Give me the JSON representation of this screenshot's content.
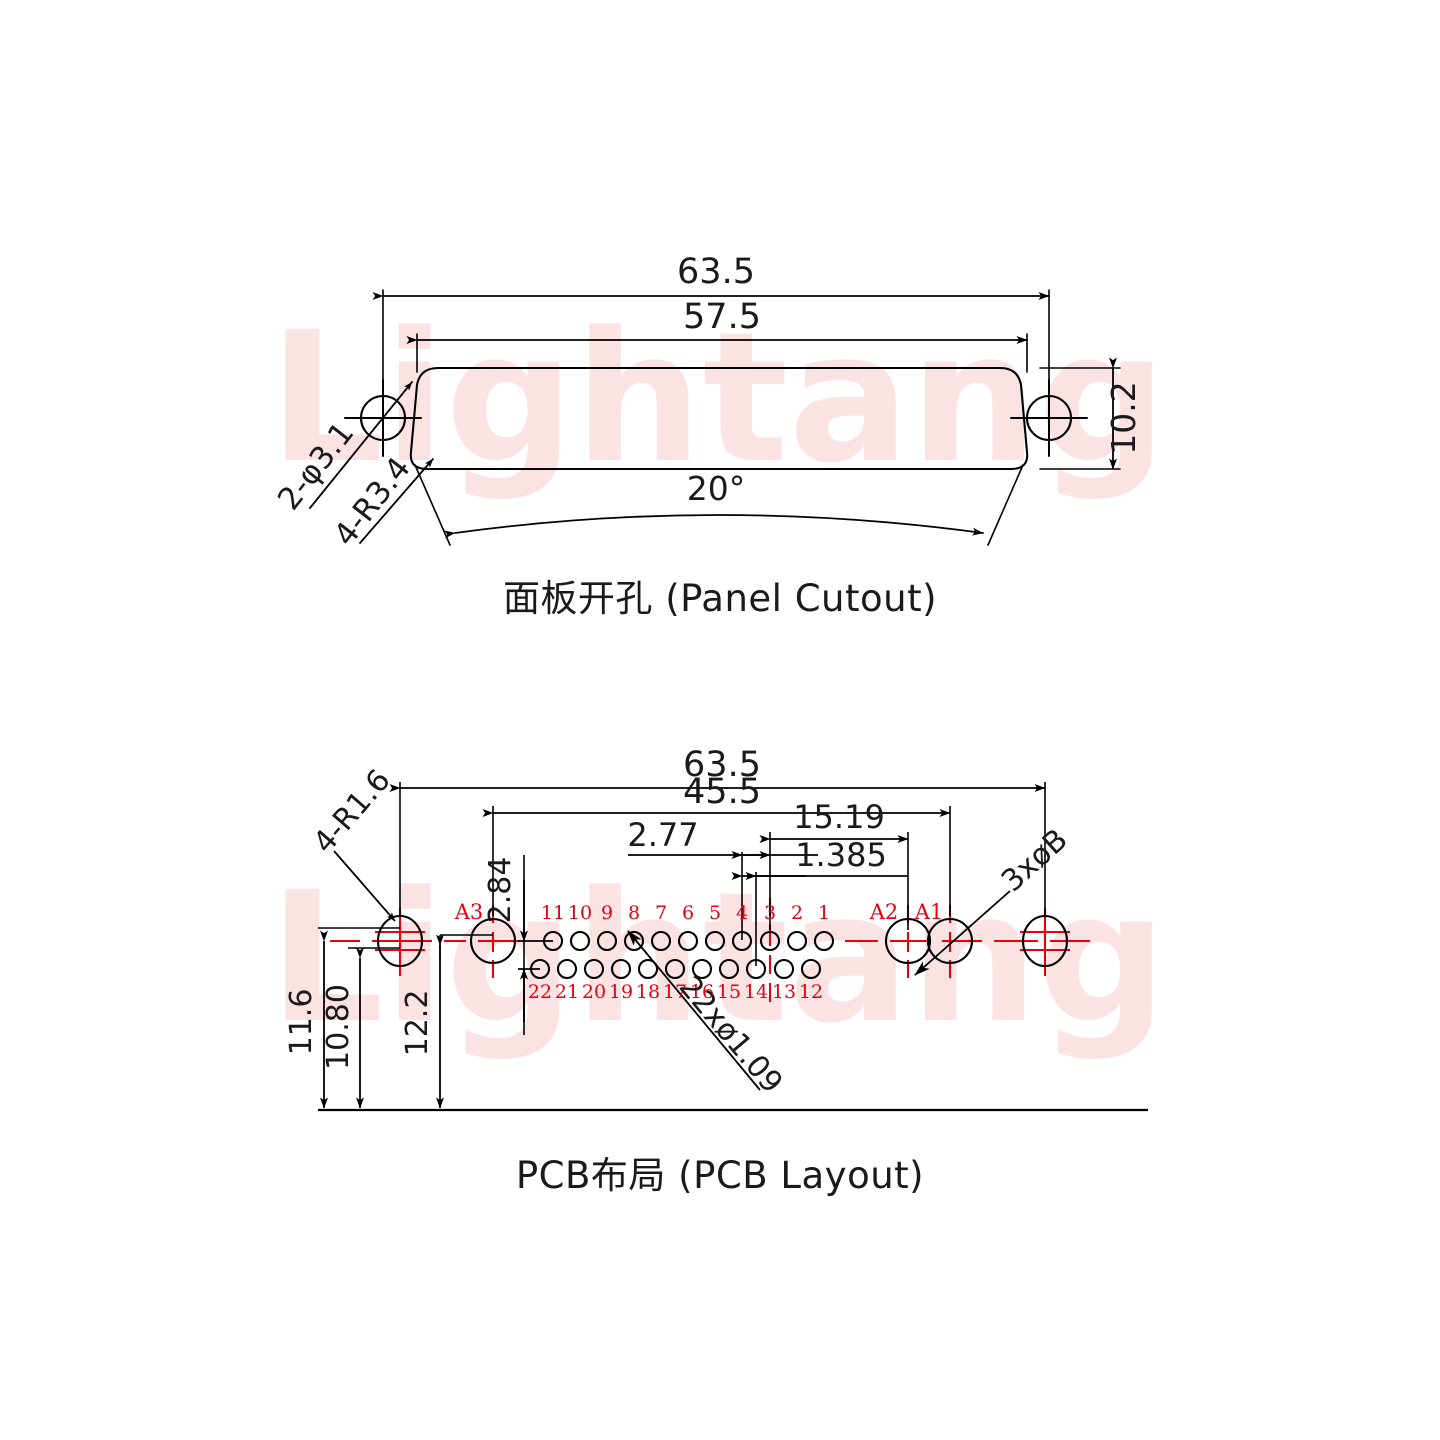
{
  "drawing": {
    "watermark_text": "Lightang",
    "colors": {
      "line": "#000000",
      "centerline": "#e8000d",
      "pin_label": "#e8000d",
      "watermark": "#fbe3e3",
      "text": "#1a1a1a"
    }
  },
  "panel_cutout": {
    "title": "面板开孔 (Panel Cutout)",
    "dimensions": {
      "overall_width": "63.5",
      "cutout_width": "57.5",
      "cutout_height": "10.2",
      "chamfer_angle": "20°",
      "mounting_holes": "2-φ3.1",
      "corner_radius": "4-R3.4"
    }
  },
  "pcb_layout": {
    "title": "PCB布局 (PCB Layout)",
    "dimensions": {
      "overall_width": "63.5",
      "hole_span": "45.5",
      "dim_15_19": "15.19",
      "dim_2_77": "2.77",
      "dim_1_385": "1.385",
      "row_pitch": "2.84",
      "height_11_6": "11.6",
      "height_10_80": "10.80",
      "height_12_2": "12.2",
      "corner_radius": "4-R1.6",
      "power_holes": "3xøB",
      "signal_holes": "22xø1.09"
    },
    "power_pin_labels": [
      "A3",
      "A2",
      "A1"
    ],
    "pins_top": [
      "11",
      "10",
      "9",
      "8",
      "7",
      "6",
      "5",
      "4",
      "3",
      "2",
      "1"
    ],
    "pins_bottom": [
      "22",
      "21",
      "20",
      "19",
      "18",
      "17",
      "16",
      "15",
      "14",
      "13",
      "12"
    ]
  }
}
